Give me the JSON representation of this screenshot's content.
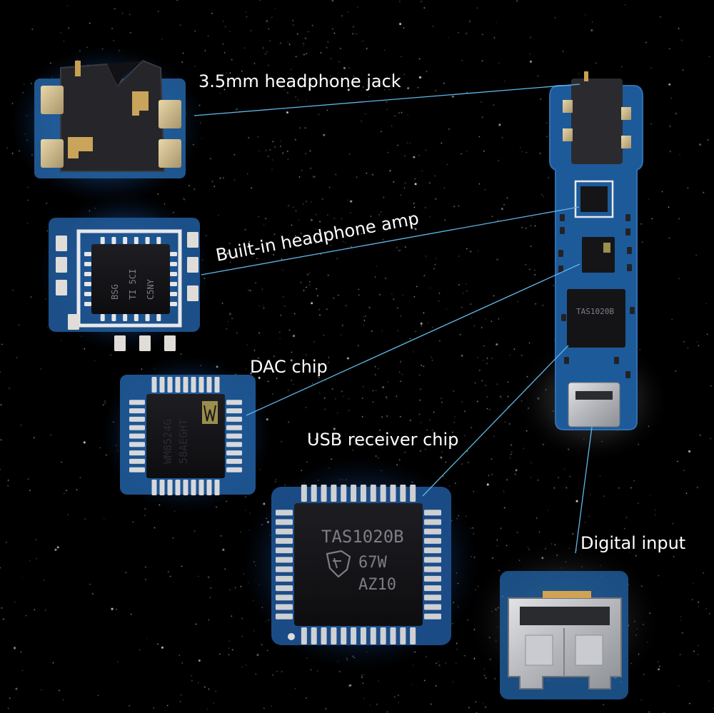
{
  "labels": {
    "jack": "3.5mm headphone jack",
    "amp": "Built-in headphone amp",
    "dac": "DAC chip",
    "usb_chip": "USB receiver chip",
    "digital": "Digital input"
  },
  "chip_markings": {
    "amp": [
      "BSG",
      "TI 5CI",
      "C5NY"
    ],
    "dac": [
      "WM8524G",
      "58AEGHT"
    ],
    "usb": [
      "TAS1020B",
      "67W",
      "AZ10"
    ]
  },
  "colors": {
    "background": "#000000",
    "pcb_blue": "#1d5a9a",
    "glow_blue": "#2c7fd0",
    "callout_line": "#5fb7e8",
    "label_text": "#ffffff"
  },
  "icons": {
    "jack": "headphone-jack-icon",
    "usb_port": "micro-usb-port-icon",
    "ti_logo": "ti-logo-icon",
    "wolfson_logo": "wolfson-logo-icon"
  }
}
